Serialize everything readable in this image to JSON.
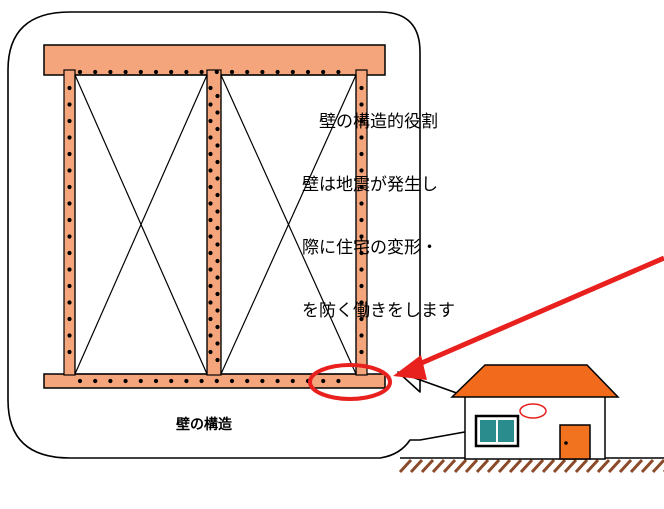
{
  "description": {
    "line1": "　壁の構造的役割",
    "line2": "壁は地震が発生し",
    "line3": "際に住宅の変形・",
    "line4": "を防く働きをします"
  },
  "caption": "壁の構造",
  "colors": {
    "stud_fill": "#f4a57c",
    "arrow_red": "#e8201e",
    "roof_orange": "#f26a1b",
    "door_orange": "#f2731f",
    "window_teal": "#2a8c8c",
    "ground_brown": "#8b4a2a"
  }
}
